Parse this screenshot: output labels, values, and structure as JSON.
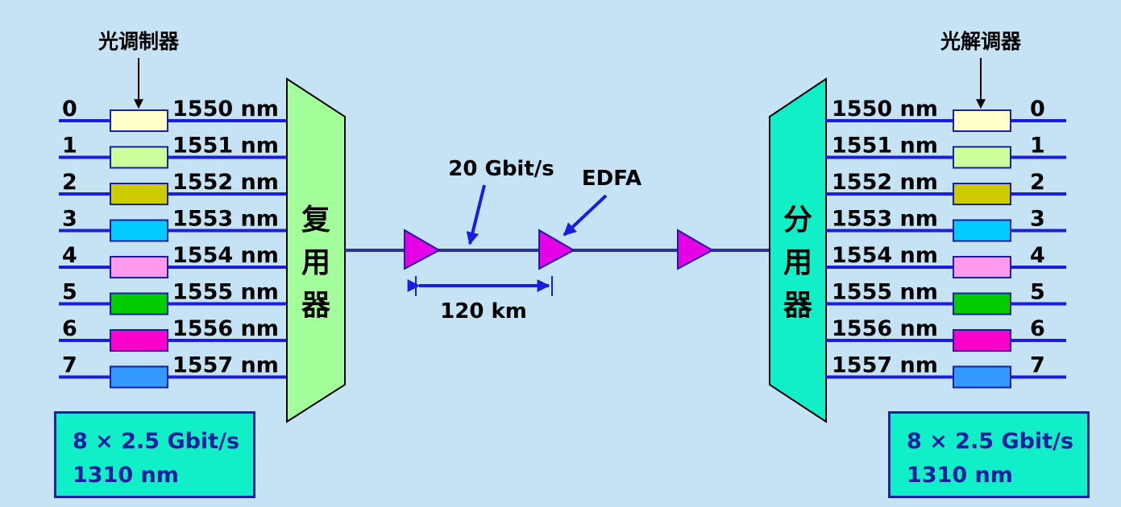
{
  "modulator_label": "光调制器",
  "demodulator_label": "光解调器",
  "mux_label": [
    "复",
    "用",
    "器"
  ],
  "demux_label": [
    "分",
    "用",
    "器"
  ],
  "channels": [
    {
      "index": "0",
      "wavelength": "1550 nm",
      "color": "#ffffcc"
    },
    {
      "index": "1",
      "wavelength": "1551 nm",
      "color": "#ccff99"
    },
    {
      "index": "2",
      "wavelength": "1552 nm",
      "color": "#cccc00"
    },
    {
      "index": "3",
      "wavelength": "1553 nm",
      "color": "#00ccff"
    },
    {
      "index": "4",
      "wavelength": "1554 nm",
      "color": "#ff99ee"
    },
    {
      "index": "5",
      "wavelength": "1555 nm",
      "color": "#00cc00"
    },
    {
      "index": "6",
      "wavelength": "1556 nm",
      "color": "#ff00cc"
    },
    {
      "index": "7",
      "wavelength": "1557 nm",
      "color": "#3399ff"
    }
  ],
  "link_rate": "20 Gbit/s",
  "amplifier_label": "EDFA",
  "span_length": "120 km",
  "left_info": {
    "line1": "8 × 2.5 Gbit/s",
    "line2": "1310 nm"
  },
  "right_info": {
    "line1": "8 × 2.5 Gbit/s",
    "line2": "1310 nm"
  },
  "colors": {
    "background": "#c6e3f6",
    "line": "#1c1ce0",
    "fiber": "#2e3392",
    "mux_fill": "#a3ff99",
    "demux_fill": "#11efc9",
    "amplifier_fill": "#e600e6",
    "info_box_fill": "#11efc9",
    "info_box_text": "#1b1f9e"
  }
}
